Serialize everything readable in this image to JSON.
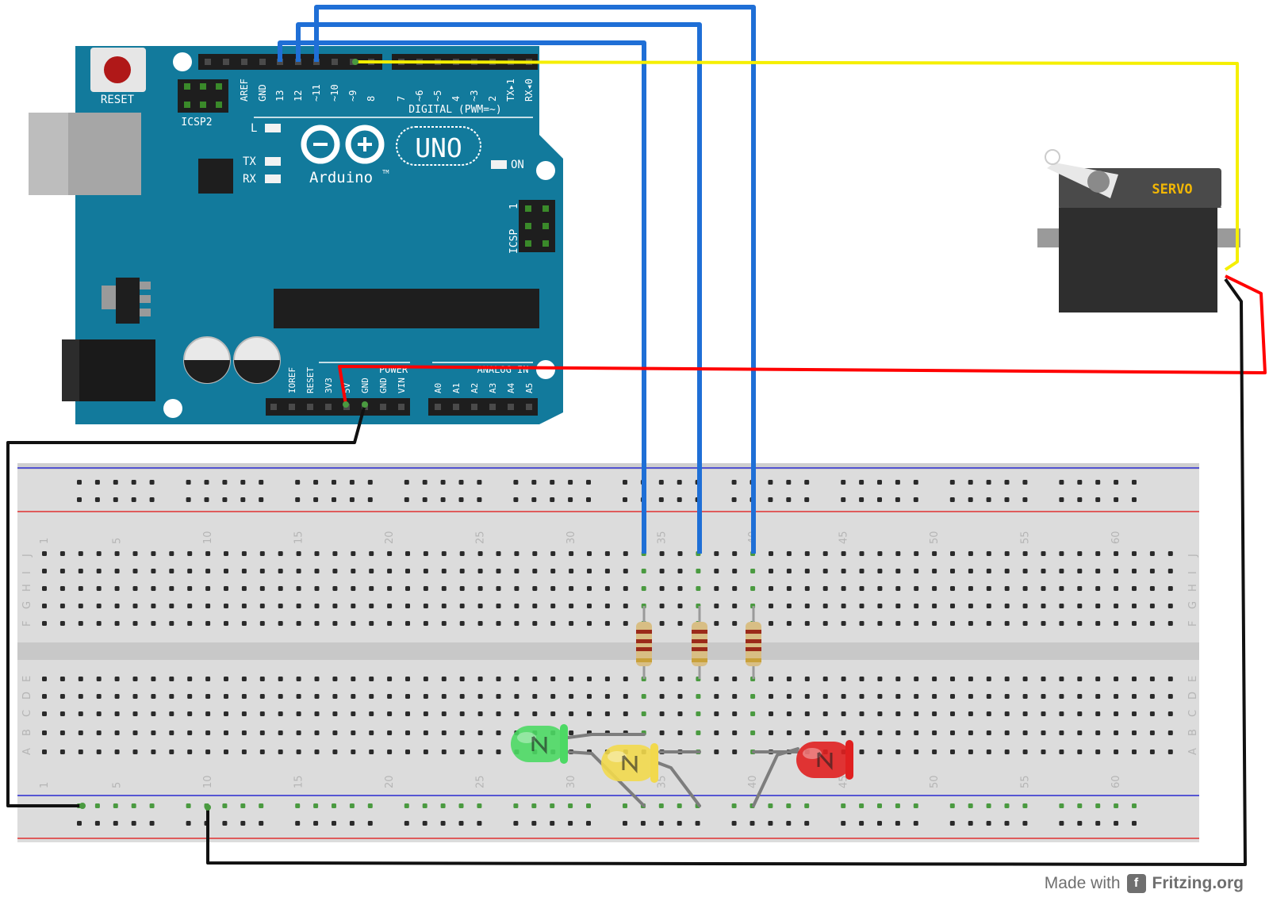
{
  "arduino": {
    "reset_label": "RESET",
    "icsp2_label": "ICSP2",
    "icsp_label": "ICSP",
    "icsp_pin1": "1",
    "logo_text": "Arduino",
    "tm": "TM",
    "model": "UNO",
    "digital_label": "DIGITAL (PWM=~)",
    "power_label": "POWER",
    "analog_label": "ANALOG IN",
    "led_l": "L",
    "led_tx": "TX",
    "led_rx": "RX",
    "led_on": "ON",
    "digital_pins": [
      "AREF",
      "GND",
      "13",
      "12",
      "~11",
      "~10",
      "~9",
      "8",
      "7",
      "~6",
      "~5",
      "4",
      "~3",
      "2",
      "TX▸1",
      "RX◂0"
    ],
    "power_pins": [
      "IOREF",
      "RESET",
      "3V3",
      "5V",
      "GND",
      "GND",
      "VIN"
    ],
    "analog_pins": [
      "A0",
      "A1",
      "A2",
      "A3",
      "A4",
      "A5"
    ]
  },
  "servo": {
    "label": "SERVO"
  },
  "breadboard": {
    "column_numbers": [
      "1",
      "5",
      "10",
      "15",
      "20",
      "25",
      "30",
      "35",
      "40",
      "45",
      "50",
      "55",
      "60"
    ],
    "top_rows": [
      "J",
      "I",
      "H",
      "G",
      "F"
    ],
    "bottom_rows": [
      "E",
      "D",
      "C",
      "B",
      "A"
    ]
  },
  "components": {
    "leds": [
      {
        "name": "green",
        "color": "#4cd964"
      },
      {
        "name": "yellow",
        "color": "#f2d94c"
      },
      {
        "name": "red",
        "color": "#e02020"
      }
    ]
  },
  "colors": {
    "board": "#127a9c",
    "signal_wire": "#1f6fd6",
    "servo_signal": "#f5ef00",
    "power_wire": "#ff0000",
    "ground_wire": "#111111",
    "breadboard": "#dcdcdc"
  },
  "watermark": {
    "prefix": "Made with",
    "brand": "Fritzing.org"
  }
}
